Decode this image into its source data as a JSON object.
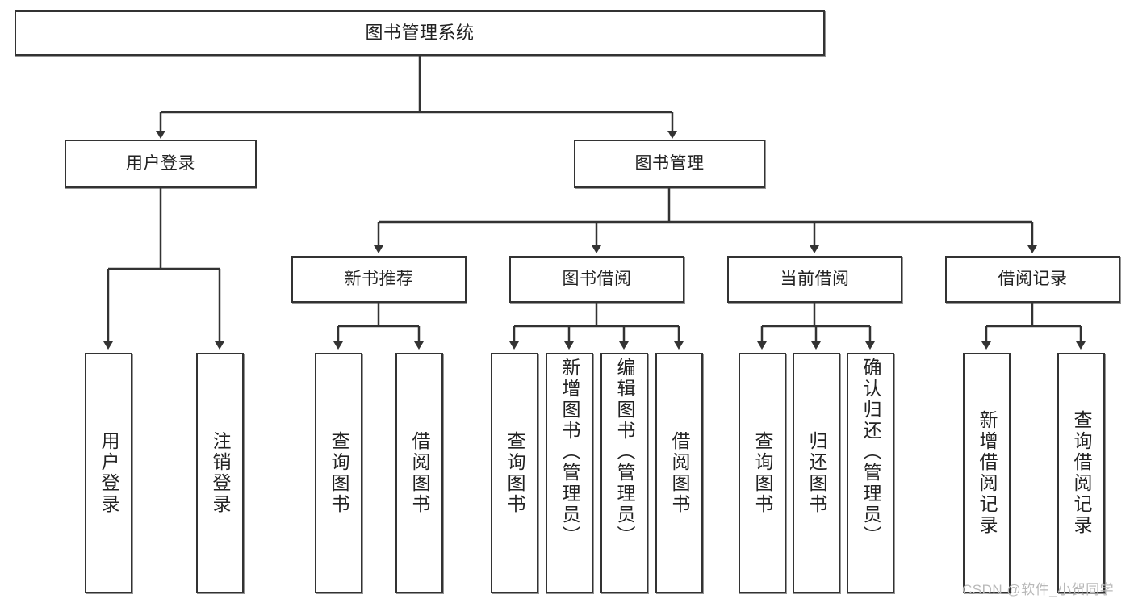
{
  "diagram": {
    "title": "图书管理系统",
    "watermark": "CSDN @软件_小贺同学",
    "colors": {
      "stroke": "#333333",
      "background": "#ffffff",
      "text": "#222222",
      "watermark": "#b9b9b9"
    },
    "levels": {
      "root": {
        "label": "图书管理系统"
      },
      "level2": [
        {
          "label": "用户登录"
        },
        {
          "label": "图书管理"
        }
      ],
      "level3": [
        {
          "label": "新书推荐"
        },
        {
          "label": "图书借阅"
        },
        {
          "label": "当前借阅"
        },
        {
          "label": "借阅记录"
        }
      ],
      "leaves": [
        {
          "label": "用户登录",
          "parent": "用户登录"
        },
        {
          "label": "注销登录",
          "parent": "用户登录"
        },
        {
          "label": "查询图书",
          "parent": "新书推荐"
        },
        {
          "label": "借阅图书",
          "parent": "新书推荐"
        },
        {
          "label": "查询图书",
          "parent": "图书借阅"
        },
        {
          "label": "新增图书（管理员）",
          "parent": "图书借阅"
        },
        {
          "label": "编辑图书（管理员）",
          "parent": "图书借阅"
        },
        {
          "label": "借阅图书",
          "parent": "图书借阅"
        },
        {
          "label": "查询图书",
          "parent": "当前借阅"
        },
        {
          "label": "归还图书",
          "parent": "当前借阅"
        },
        {
          "label": "确认归还（管理员）",
          "parent": "当前借阅"
        },
        {
          "label": "新增借阅记录",
          "parent": "借阅记录"
        },
        {
          "label": "查询借阅记录",
          "parent": "借阅记录"
        }
      ]
    }
  }
}
